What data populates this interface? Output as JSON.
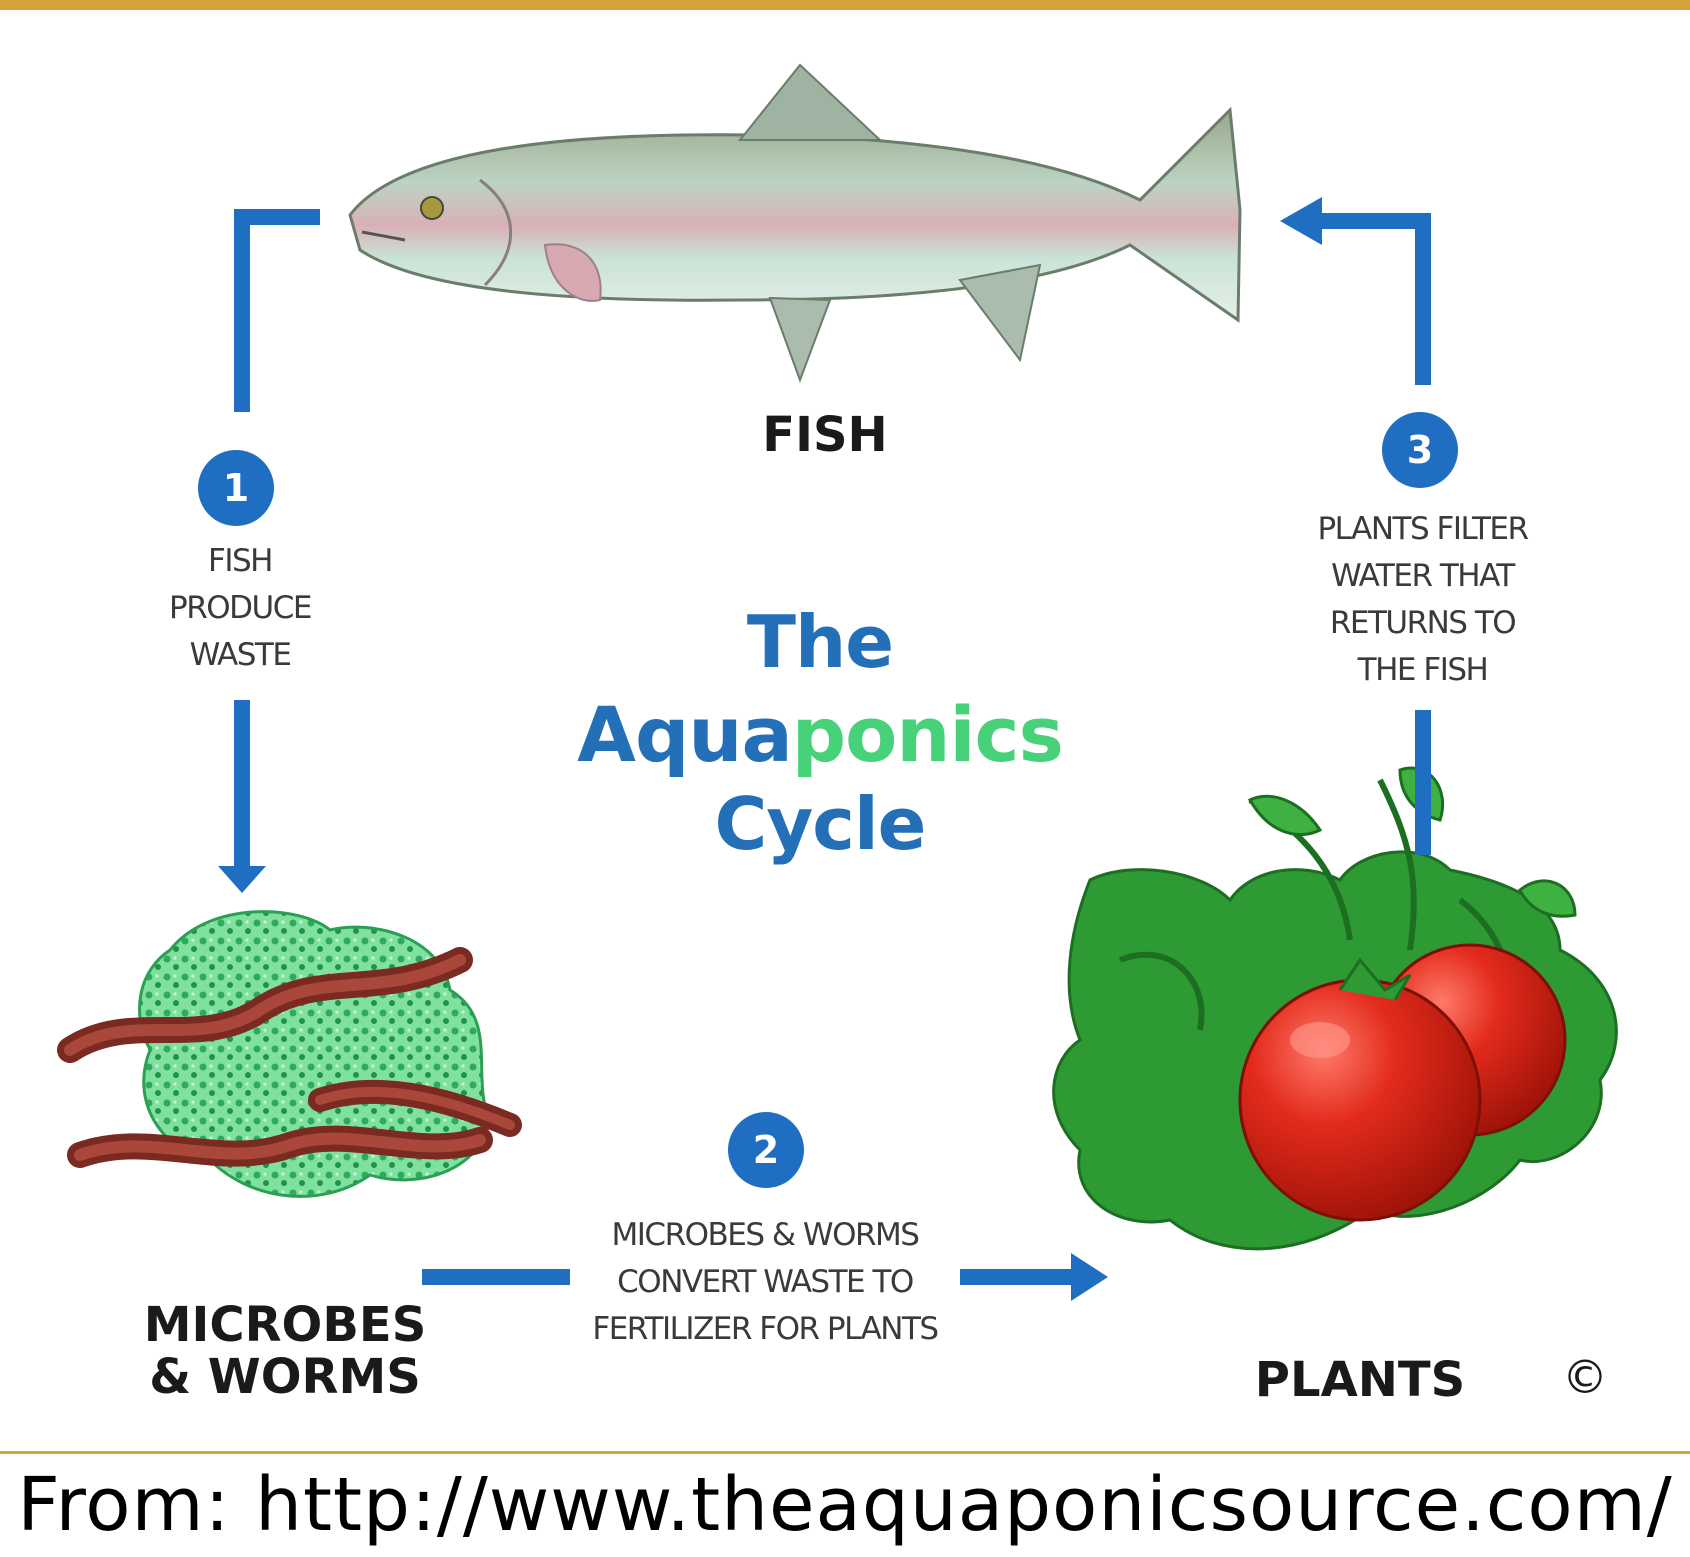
{
  "colors": {
    "frame_gold": "#D4A23A",
    "arrow_blue": "#1F6EC2",
    "badge_blue": "#1F6EC2",
    "title_blue": "#2470B8",
    "title_teal": "#3DBF9A",
    "title_green": "#47D27A"
  },
  "nodes": {
    "fish": "FISH",
    "microbes": "MICROBES\n& WORMS",
    "plants": "PLANTS"
  },
  "title": {
    "line1": "The",
    "line2_a": "Aqua",
    "line2_b": "ponics",
    "line3": "Cycle"
  },
  "steps": [
    {
      "number": "1",
      "text": "FISH\nPRODUCE\nWASTE"
    },
    {
      "number": "2",
      "text": "MICROBES & WORMS\nCONVERT WASTE  TO\nFERTILIZER FOR PLANTS"
    },
    {
      "number": "3",
      "text": "PLANTS FILTER\nWATER THAT\nRETURNS TO\nTHE FISH"
    }
  ],
  "copyright_symbol": "©",
  "source_text": "From:  http://www.theaquaponicsource.com/",
  "icons": [
    "fish-icon",
    "microbes-worms-icon",
    "plants-tomato-icon"
  ]
}
